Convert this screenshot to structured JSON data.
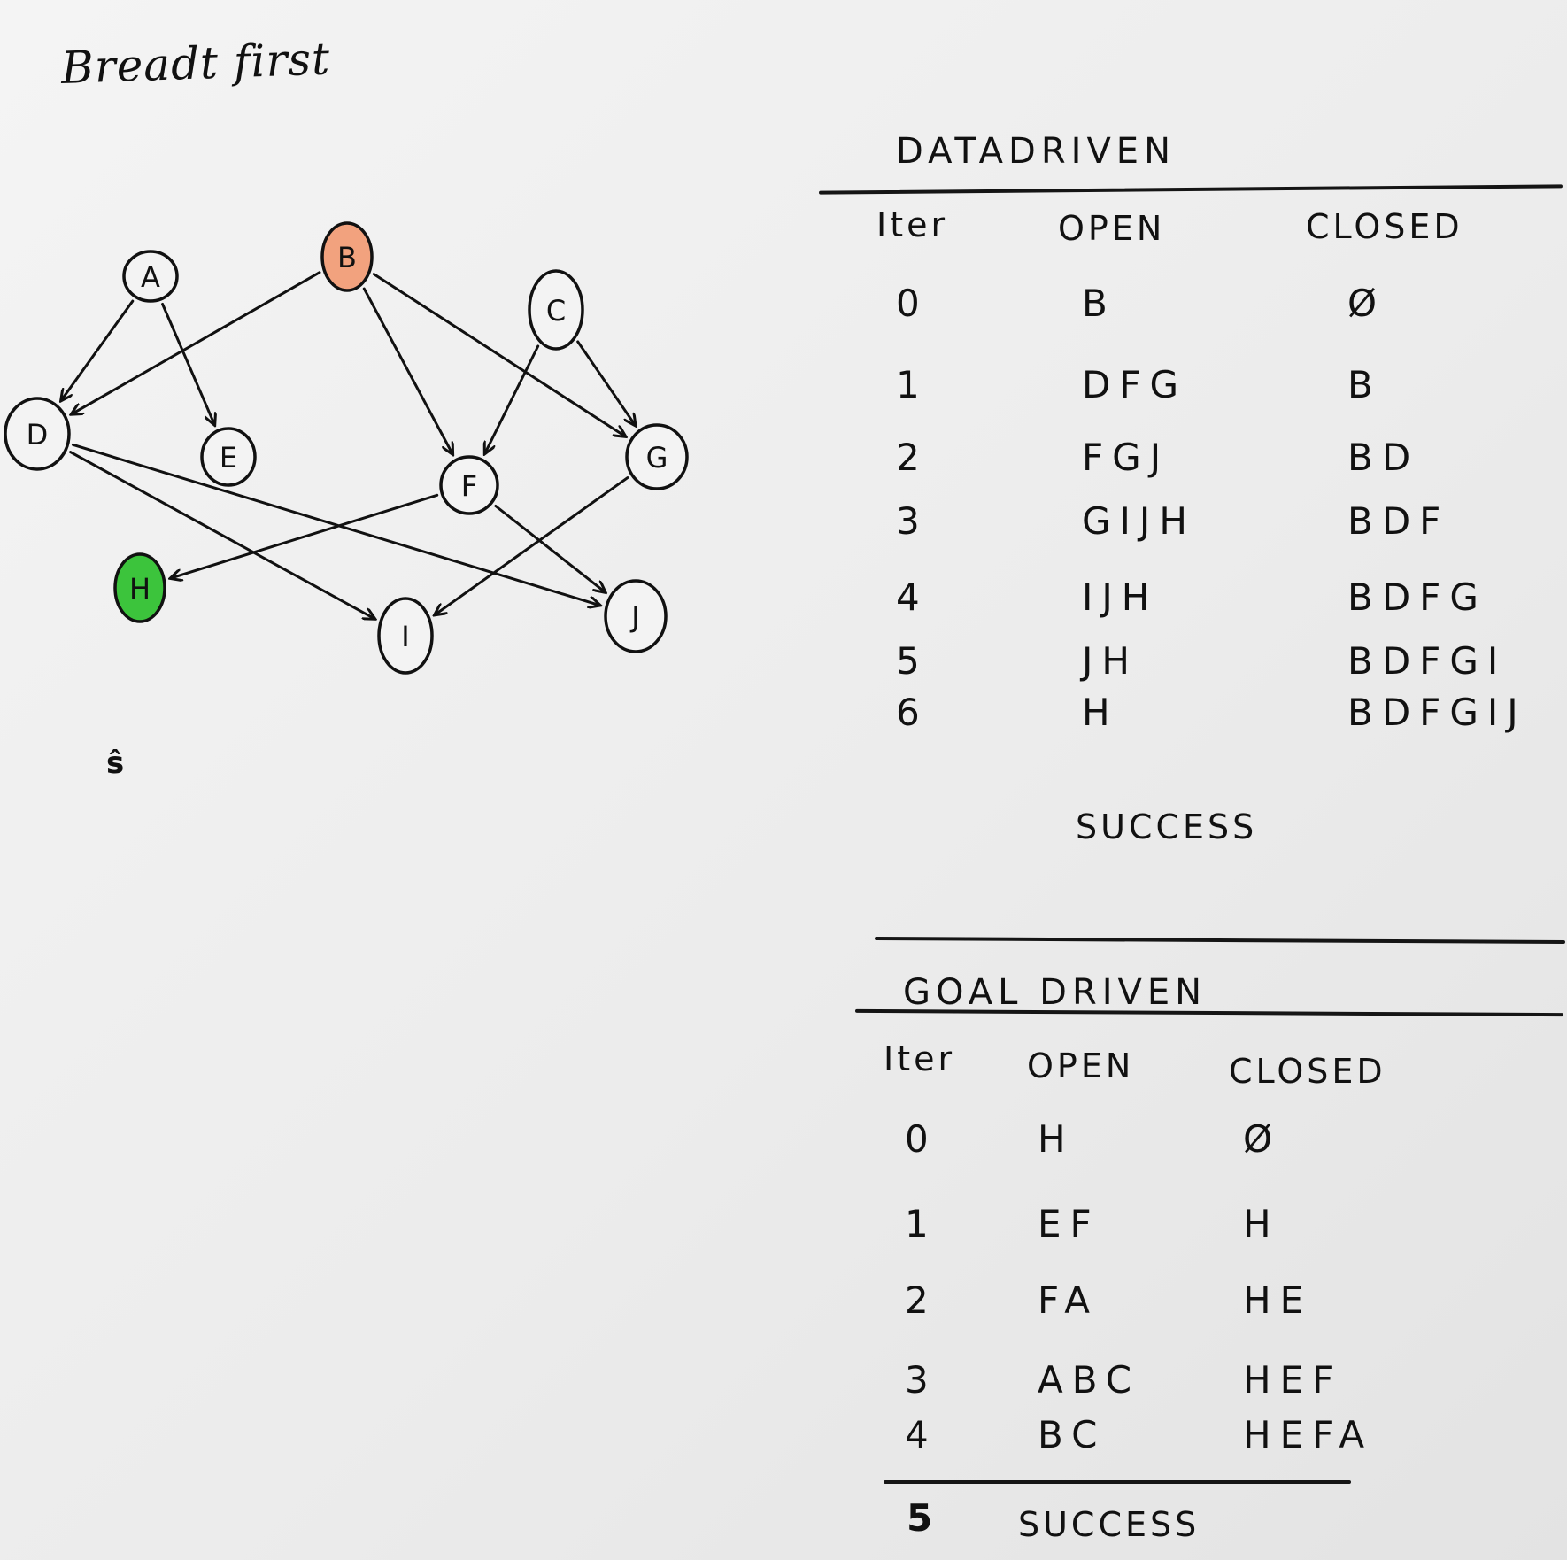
{
  "title": "Breadt first",
  "stray_mark": "ŝ",
  "graph": {
    "nodes": [
      {
        "id": "A",
        "label": "A",
        "fill": "none"
      },
      {
        "id": "B",
        "label": "B",
        "fill": "#f2a27e"
      },
      {
        "id": "C",
        "label": "C",
        "fill": "none"
      },
      {
        "id": "D",
        "label": "D",
        "fill": "none"
      },
      {
        "id": "E",
        "label": "E",
        "fill": "none"
      },
      {
        "id": "F",
        "label": "F",
        "fill": "none"
      },
      {
        "id": "G",
        "label": "G",
        "fill": "none"
      },
      {
        "id": "H",
        "label": "H",
        "fill": "#3cc43c"
      },
      {
        "id": "I",
        "label": "I",
        "fill": "none"
      },
      {
        "id": "J",
        "label": "J",
        "fill": "none"
      }
    ],
    "edges": [
      {
        "from": "A",
        "to": "D"
      },
      {
        "from": "A",
        "to": "E"
      },
      {
        "from": "B",
        "to": "D"
      },
      {
        "from": "B",
        "to": "F"
      },
      {
        "from": "B",
        "to": "G"
      },
      {
        "from": "C",
        "to": "F"
      },
      {
        "from": "C",
        "to": "G"
      },
      {
        "from": "D",
        "to": "I"
      },
      {
        "from": "D",
        "to": "J"
      },
      {
        "from": "F",
        "to": "H"
      },
      {
        "from": "F",
        "to": "J"
      },
      {
        "from": "G",
        "to": "I"
      }
    ]
  },
  "data_driven": {
    "title": "DATADRIVEN",
    "headers": {
      "iter": "Iter",
      "open": "OPEN",
      "closed": "CLOSED"
    },
    "rows": [
      {
        "iter": "0",
        "open": "B",
        "closed": "Ø"
      },
      {
        "iter": "1",
        "open": "DFG",
        "closed": "B"
      },
      {
        "iter": "2",
        "open": "FGJ",
        "closed": "BD"
      },
      {
        "iter": "3",
        "open": "GIJH",
        "closed": "BDF"
      },
      {
        "iter": "4",
        "open": "IJH",
        "closed": "BDFG"
      },
      {
        "iter": "5",
        "open": "JH",
        "closed": "BDFGI"
      },
      {
        "iter": "6",
        "open": "H",
        "closed": "BDFGIJ"
      }
    ],
    "result": "SUCCESS"
  },
  "goal_driven": {
    "title": "GOAL DRIVEN",
    "headers": {
      "iter": "Iter",
      "open": "OPEN",
      "closed": "CLOSED"
    },
    "rows": [
      {
        "iter": "0",
        "open": "H",
        "closed": "Ø"
      },
      {
        "iter": "1",
        "open": "EF",
        "closed": "H"
      },
      {
        "iter": "2",
        "open": "FA",
        "closed": "HE"
      },
      {
        "iter": "3",
        "open": "ABC",
        "closed": "HEF"
      },
      {
        "iter": "4",
        "open": "BC",
        "closed": "HEFA"
      }
    ],
    "final_iter": "5",
    "result": "SUCCESS"
  }
}
